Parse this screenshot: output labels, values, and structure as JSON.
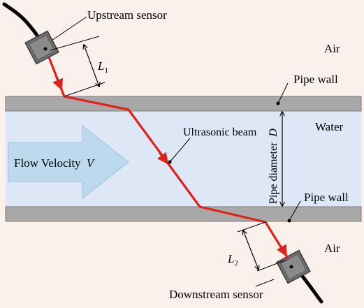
{
  "diagram": {
    "labels": {
      "upstream_sensor": "Upstream sensor",
      "downstream_sensor": "Downstream sensor",
      "air_top": "Air",
      "air_bottom": "Air",
      "pipe_wall_top": "Pipe wall",
      "pipe_wall_bottom": "Pipe wall",
      "water": "Water",
      "ultrasonic_beam": "Ultrasonic beam",
      "flow_velocity": "Flow Velocity",
      "flow_velocity_symbol": "V",
      "pipe_diameter": "Pipe diameter",
      "pipe_diameter_symbol": "D",
      "l1_symbol": "L",
      "l1_subscript": "1",
      "l2_symbol": "L",
      "l2_subscript": "2"
    },
    "colors": {
      "background": "#fbf1ec",
      "pipe_wall": "#a8a8a8",
      "water": "#dde7f6",
      "flow_arrow": "#bcd9ee",
      "beam": "#e0201a",
      "sensor_body": "#6f6f6f",
      "cable": "#000000"
    }
  }
}
